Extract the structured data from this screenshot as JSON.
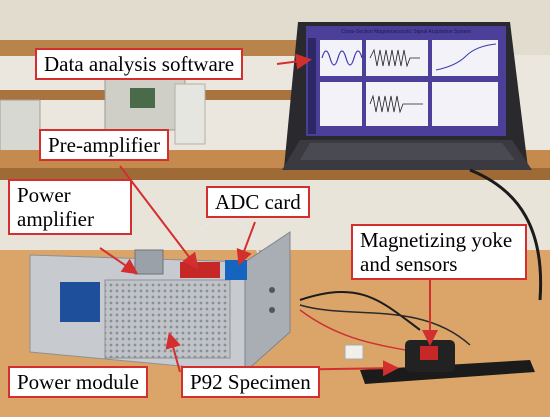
{
  "labels": {
    "software": "Data analysis software",
    "preamp": "Pre-amplifier",
    "power_amp": "Power amplifier",
    "adc": "ADC card",
    "yoke": "Magnetizing yoke and sensors",
    "power_module": "Power module",
    "specimen": "P92 Specimen"
  },
  "screen": {
    "title": "Cross-Section Magnetoacoustic Signal Acquisition System"
  },
  "colors": {
    "label_border": "#d32f2f",
    "arrow": "#d32f2f",
    "wall": "#ece7de",
    "desk": "#c58a4e",
    "screen_bg": "#4b3f9a"
  }
}
